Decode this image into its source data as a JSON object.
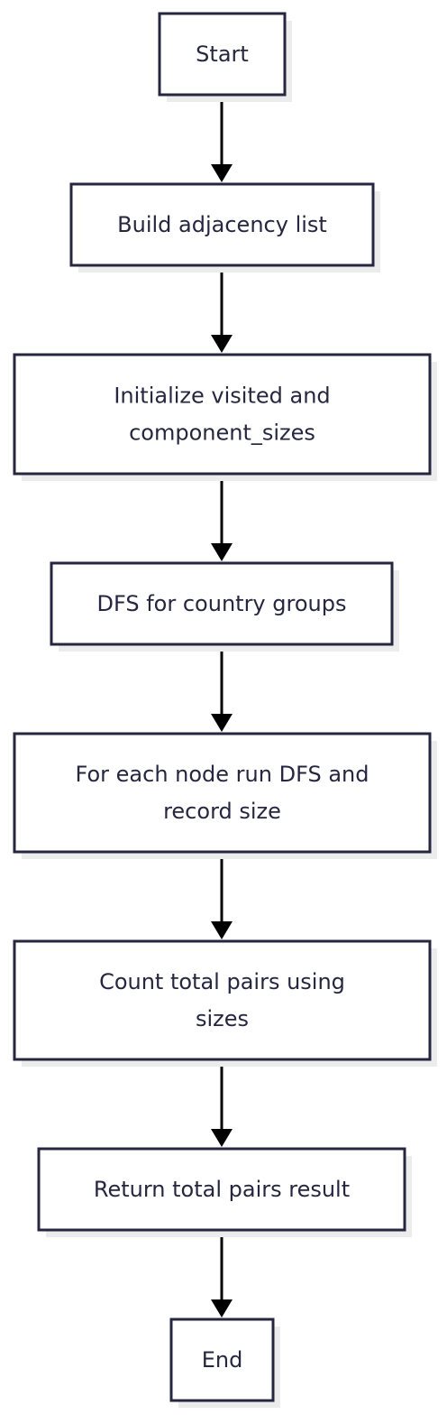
{
  "diagram": {
    "type": "flowchart",
    "nodes": [
      {
        "id": "start",
        "lines": [
          "Start"
        ]
      },
      {
        "id": "build",
        "lines": [
          "Build adjacency list"
        ]
      },
      {
        "id": "init",
        "lines": [
          "Initialize visited and",
          "component_sizes"
        ]
      },
      {
        "id": "dfs",
        "lines": [
          "DFS for country groups"
        ]
      },
      {
        "id": "foreach",
        "lines": [
          "For each node run DFS and",
          "record size"
        ]
      },
      {
        "id": "count",
        "lines": [
          "Count total pairs using",
          "sizes"
        ]
      },
      {
        "id": "return",
        "lines": [
          "Return total pairs result"
        ]
      },
      {
        "id": "end",
        "lines": [
          "End"
        ]
      }
    ],
    "edges": [
      {
        "from": "start",
        "to": "build"
      },
      {
        "from": "build",
        "to": "init"
      },
      {
        "from": "init",
        "to": "dfs"
      },
      {
        "from": "dfs",
        "to": "foreach"
      },
      {
        "from": "foreach",
        "to": "count"
      },
      {
        "from": "count",
        "to": "return"
      },
      {
        "from": "return",
        "to": "end"
      }
    ]
  }
}
